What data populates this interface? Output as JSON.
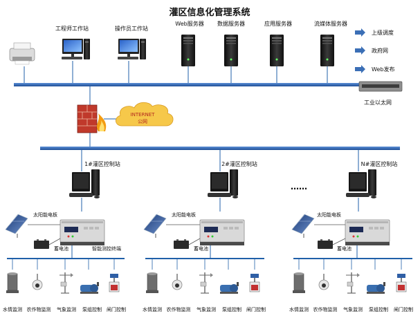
{
  "title": "灌区信息化管理系统",
  "top_nodes": [
    {
      "label": "工程师工作站",
      "kind": "workstation"
    },
    {
      "label": "操作员工作站",
      "kind": "workstation"
    },
    {
      "label": "Web服务器",
      "kind": "server"
    },
    {
      "label": "数据服务器",
      "kind": "server"
    },
    {
      "label": "应用服务器",
      "kind": "server"
    },
    {
      "label": "流媒体服务器",
      "kind": "server"
    }
  ],
  "outputs": [
    "上级调度",
    "政府网",
    "Web发布"
  ],
  "ethernet_label": "工业以太网",
  "internet_labels": [
    "INTERNET",
    "公网"
  ],
  "stations": [
    {
      "label": "1#灌区控制站"
    },
    {
      "label": "2#灌区控制站"
    },
    {
      "label": "N#灌区控制站"
    }
  ],
  "ellipsis": "……",
  "station_parts": {
    "solar": "太阳能电板",
    "battery": "蓄电池",
    "controller": "智能测控终端"
  },
  "sensors": [
    "水情监测",
    "农作物监测",
    "气象监测",
    "泵组控制",
    "闸门控制"
  ],
  "colors": {
    "bus": "#1f5fa8",
    "arrow": "#3b6fb6",
    "firewall": "#c0392b",
    "cloud": "#f6c84a"
  }
}
